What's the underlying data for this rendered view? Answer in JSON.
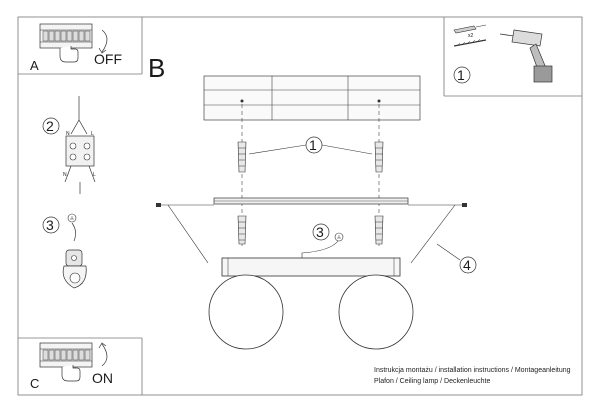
{
  "panels": {
    "a": {
      "letter": "A",
      "word": "OFF"
    },
    "b": {
      "letter": "B"
    },
    "c": {
      "letter": "C",
      "word": "ON"
    }
  },
  "callouts": {
    "step_2": "2",
    "step_3_left": "3",
    "step_1_right": "1",
    "step_1_center": "1",
    "step_3_center": "3",
    "step_4": "4"
  },
  "markings": {
    "quantity": "x2",
    "terminal_n": "N",
    "terminal_l": "L"
  },
  "footer": {
    "line1": "Instrukcja montażu / installation instructions / Montageanleitung",
    "line2": "Plafon / Ceiling lamp / Deckenleuchte"
  }
}
